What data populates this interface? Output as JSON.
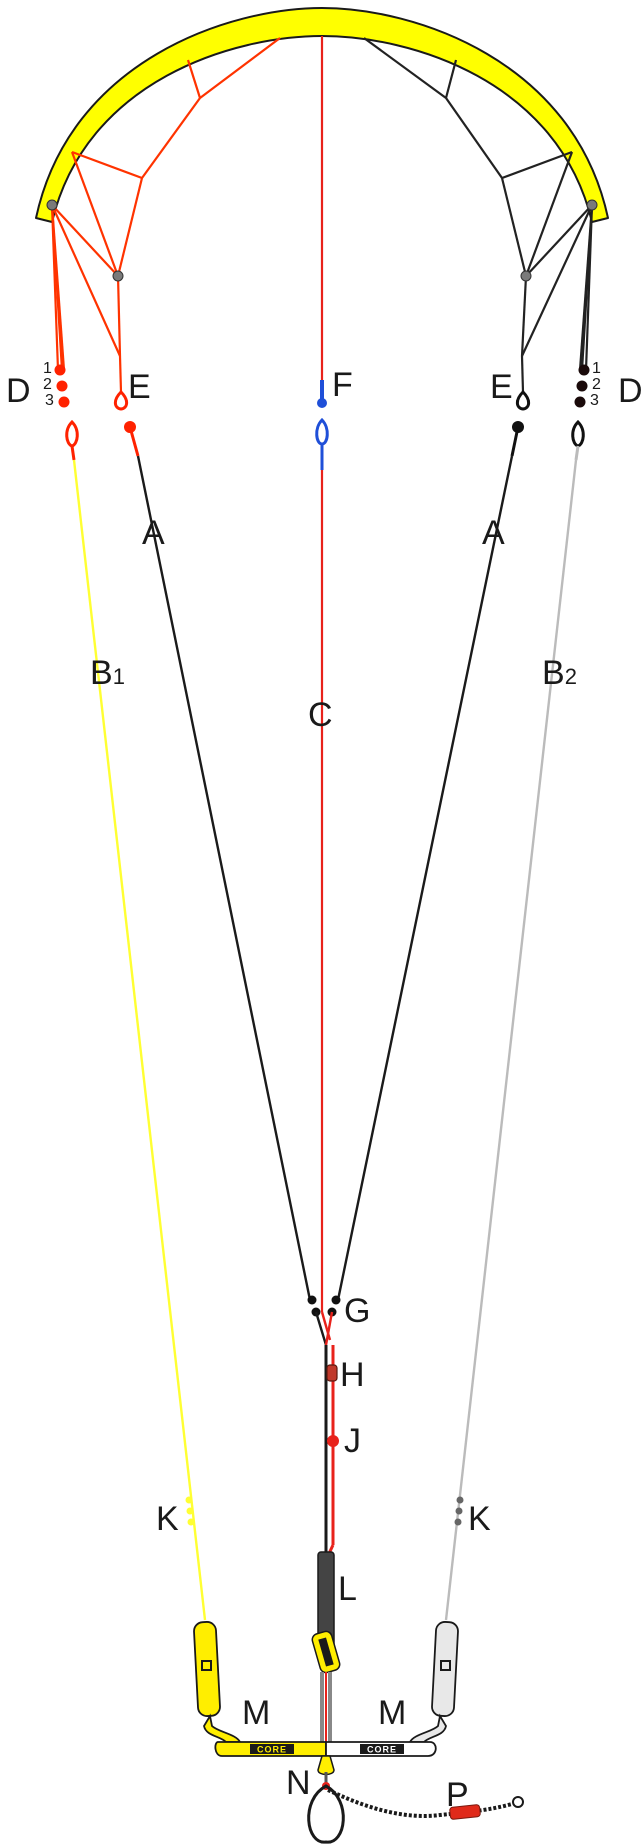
{
  "labels": {
    "A": "A",
    "B_letter": "B",
    "B1_sub": "1",
    "B2_sub": "2",
    "C": "C",
    "D": "D",
    "E": "E",
    "F": "F",
    "G": "G",
    "H": "H",
    "J": "J",
    "K": "K",
    "L": "L",
    "M": "M",
    "N": "N",
    "P": "P"
  },
  "pigtail_knots": [
    "1",
    "2",
    "3"
  ],
  "bar_logo": "CORE",
  "colors": {
    "kite_canopy": "#ffff00",
    "front_lines": "#1a1a1a",
    "left_steering_line": "#ffff33",
    "right_steering_line": "#bbbbbb",
    "bridle_left": "#ff3300",
    "center_line": "#e8221b",
    "center_leader": "#1f4fd8",
    "bar_left": "#ffee00",
    "bar_right": "#ffffff",
    "depower_tube": "#555555",
    "leash_release": "#e02a1a"
  }
}
